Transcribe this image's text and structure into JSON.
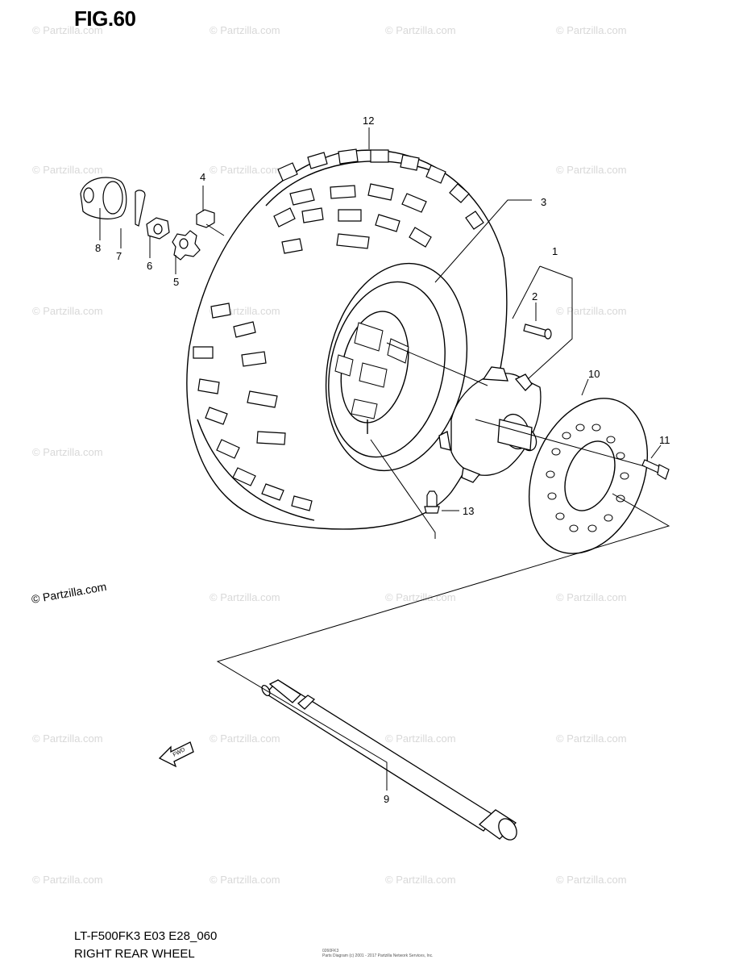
{
  "page": {
    "fig_label": "FIG.60",
    "model_code": "LT-F500FK3 E03 E28_060",
    "section_name": "RIGHT REAR WHEEL",
    "copyright_line1": "0260FK3",
    "copyright_line2": "Parts Diagram (c) 2001 - 2017 Partzilla Network Services, Inc.",
    "watermark_text": "© Partzilla.com",
    "watermark_color": "#d8d8d8",
    "fwd_label": "FWD"
  },
  "callouts": [
    "1",
    "2",
    "3",
    "4",
    "5",
    "6",
    "7",
    "8",
    "9",
    "10",
    "11",
    "12",
    "13"
  ],
  "icons": {
    "fwd_arrow": "fwd-arrow-icon"
  }
}
